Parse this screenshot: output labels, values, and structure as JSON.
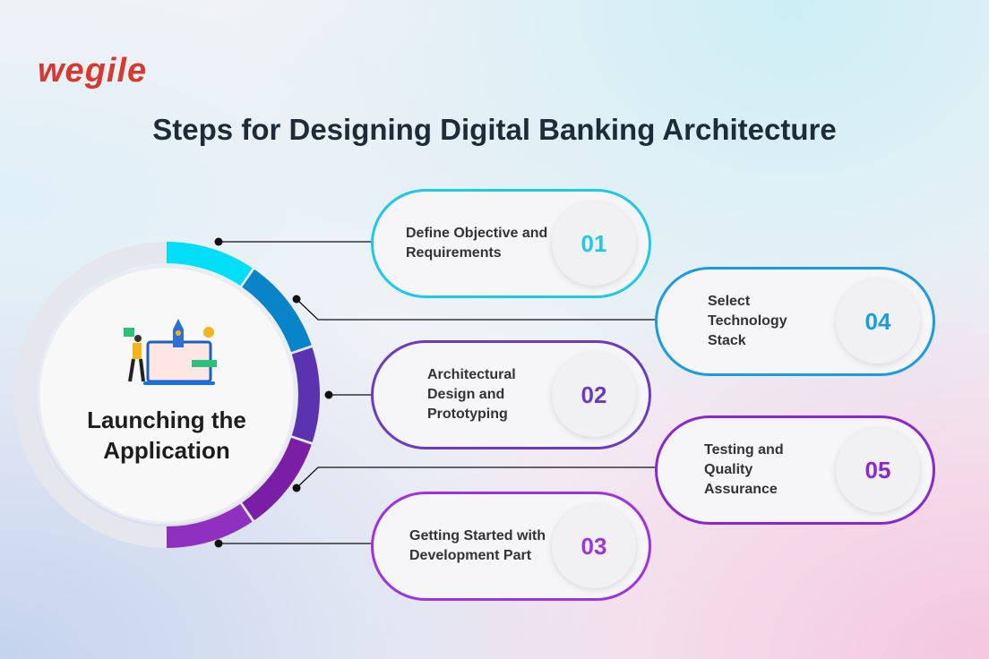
{
  "brand": {
    "logo_text": "wegile"
  },
  "title": "Steps for Designing Digital Banking Architecture",
  "center": {
    "label": "Launching the Application"
  },
  "steps": [
    {
      "number": "01",
      "label": "Define Objective and Requirements",
      "color": "#1ec8e8"
    },
    {
      "number": "04",
      "label": "Select Technology Stack",
      "color": "#1a9be2"
    },
    {
      "number": "02",
      "label": "Architectural Design and Prototyping",
      "color": "#6a3cbf"
    },
    {
      "number": "05",
      "label": "Testing and Quality Assurance",
      "color": "#8a27cf"
    },
    {
      "number": "03",
      "label": "Getting Started with Development Part",
      "color": "#9d34de"
    }
  ],
  "ring_colors": [
    "#00def8",
    "#0a84c8",
    "#5b33b0",
    "#7a1ea6",
    "#9030c0"
  ]
}
